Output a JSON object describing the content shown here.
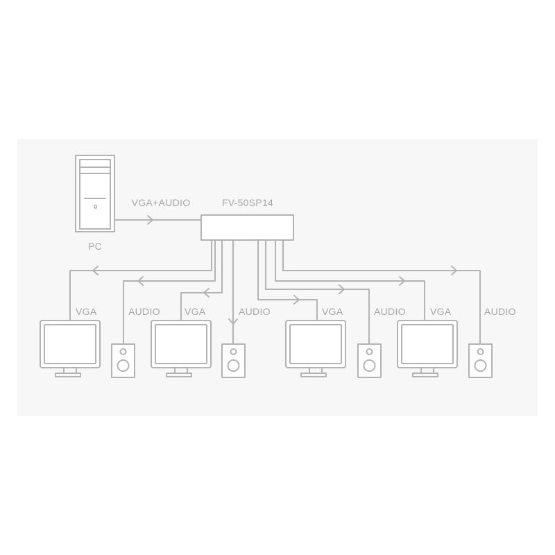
{
  "colors": {
    "line": "#b3b3b3",
    "panel": "#f7f7f7",
    "text": "#a6a6a6",
    "background": "#ffffff"
  },
  "pc": {
    "label": "PC"
  },
  "input_label": "VGA+AUDIO",
  "splitter": {
    "label": "FV-50SP14"
  },
  "outputs": [
    {
      "vga_label": "VGA",
      "audio_label": "AUDIO"
    },
    {
      "vga_label": "VGA",
      "audio_label": "AUDIO"
    },
    {
      "vga_label": "VGA",
      "audio_label": "AUDIO"
    },
    {
      "vga_label": "VGA",
      "audio_label": "AUDIO"
    }
  ],
  "icons": [
    "pc-tower-icon",
    "monitor-icon",
    "speaker-icon",
    "arrow-icon"
  ]
}
